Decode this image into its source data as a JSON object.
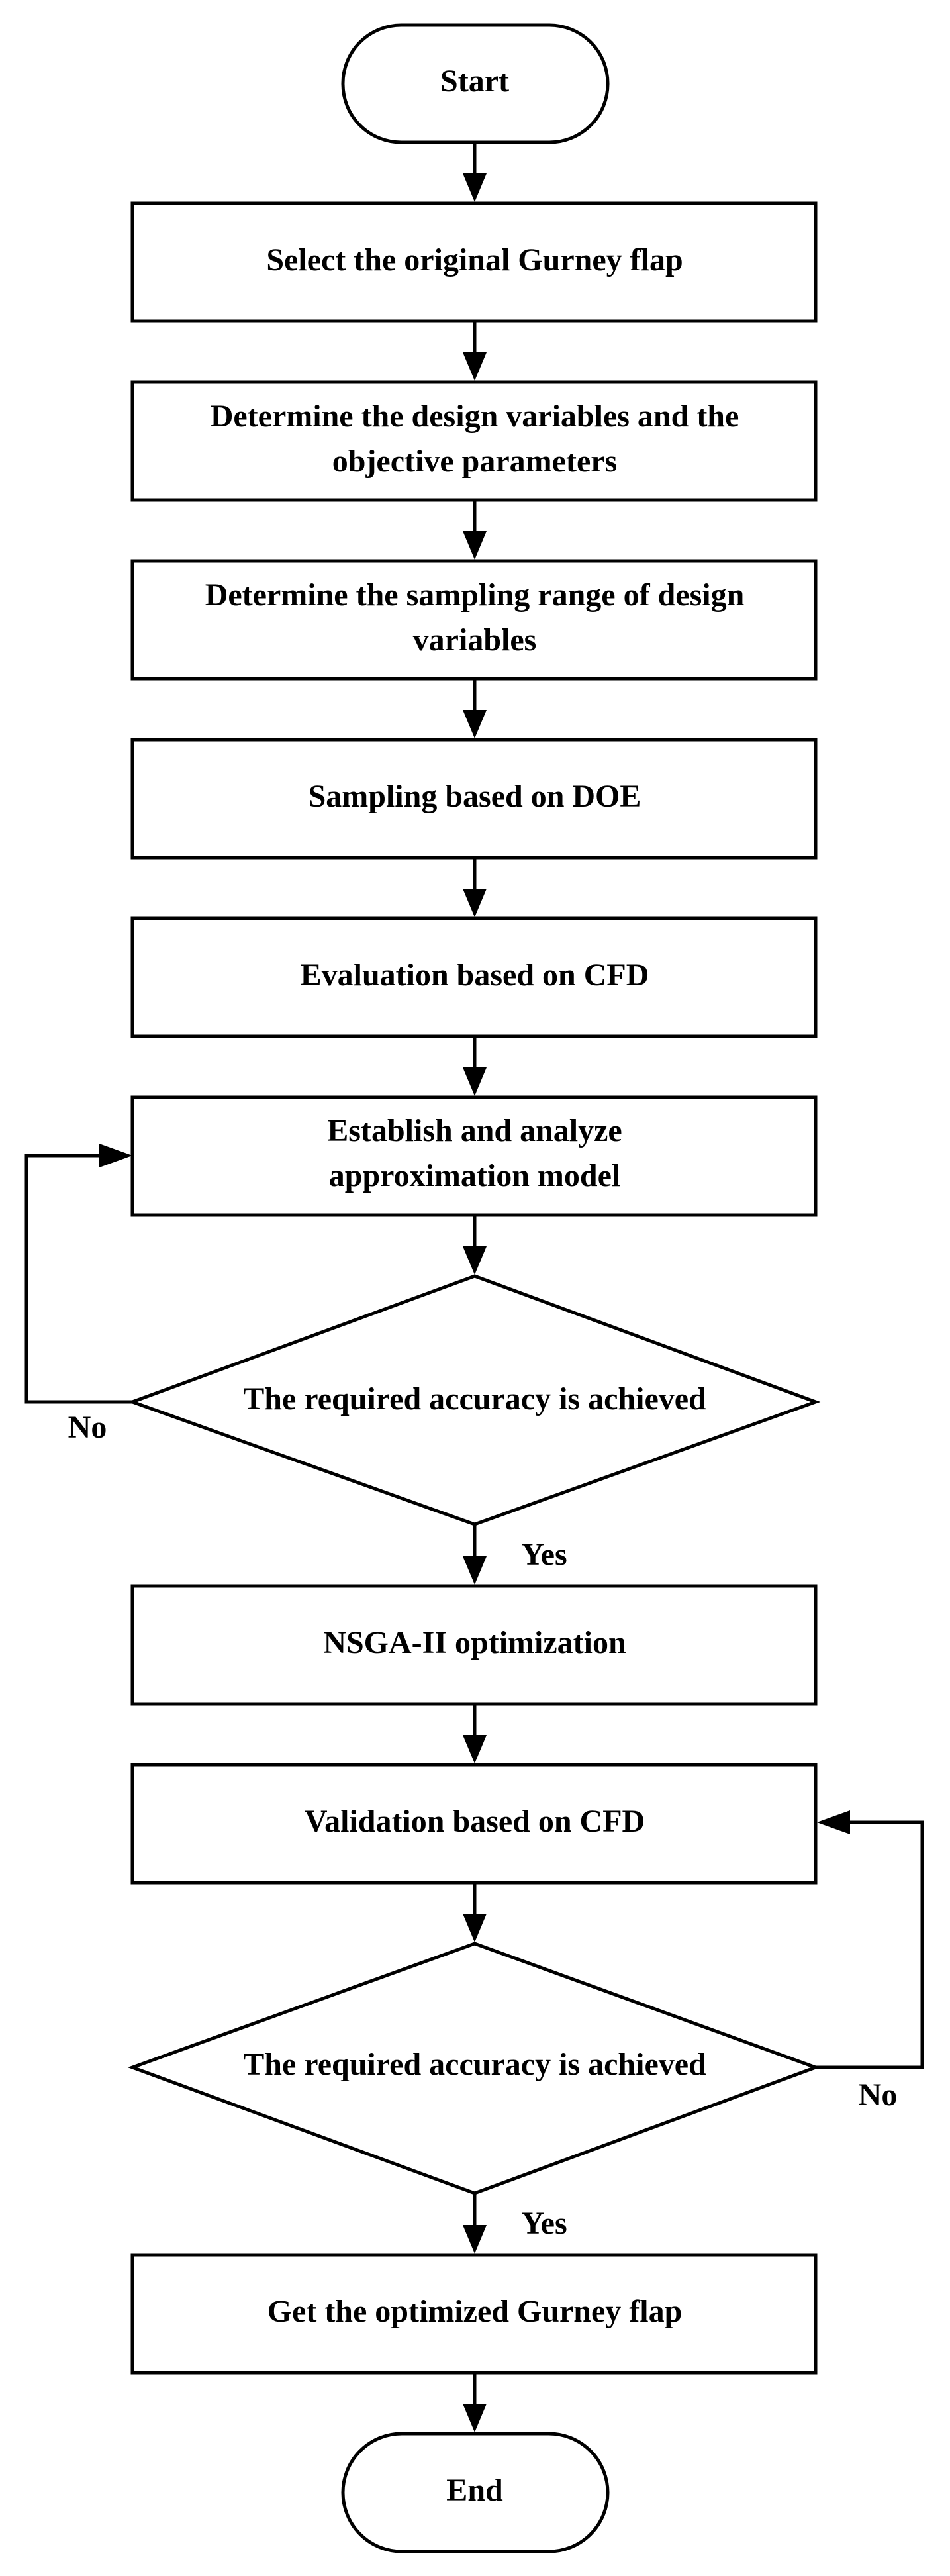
{
  "flowchart": {
    "start": "Start",
    "steps": [
      {
        "id": "select-original",
        "lines": [
          "Select the original Gurney flap"
        ]
      },
      {
        "id": "determine-variables",
        "lines": [
          "Determine the design variables and the",
          "objective parameters"
        ]
      },
      {
        "id": "determine-range",
        "lines": [
          "Determine the sampling range of design",
          "variables"
        ]
      },
      {
        "id": "sampling-doe",
        "lines": [
          "Sampling based on DOE"
        ]
      },
      {
        "id": "evaluation-cfd",
        "lines": [
          "Evaluation based on CFD"
        ]
      },
      {
        "id": "approximation-model",
        "lines": [
          "Establish and analyze",
          "approximation model"
        ]
      },
      {
        "id": "nsga-optimization",
        "lines": [
          "NSGA-II optimization"
        ]
      },
      {
        "id": "validation-cfd",
        "lines": [
          "Validation based on CFD"
        ]
      },
      {
        "id": "get-optimized",
        "lines": [
          "Get the optimized Gurney flap"
        ]
      }
    ],
    "decisions": [
      {
        "id": "accuracy-check-1",
        "text": "The required accuracy is achieved",
        "yes": "Yes",
        "no": "No"
      },
      {
        "id": "accuracy-check-2",
        "text": "The required accuracy is achieved",
        "yes": "Yes",
        "no": "No"
      }
    ],
    "end": "End"
  }
}
